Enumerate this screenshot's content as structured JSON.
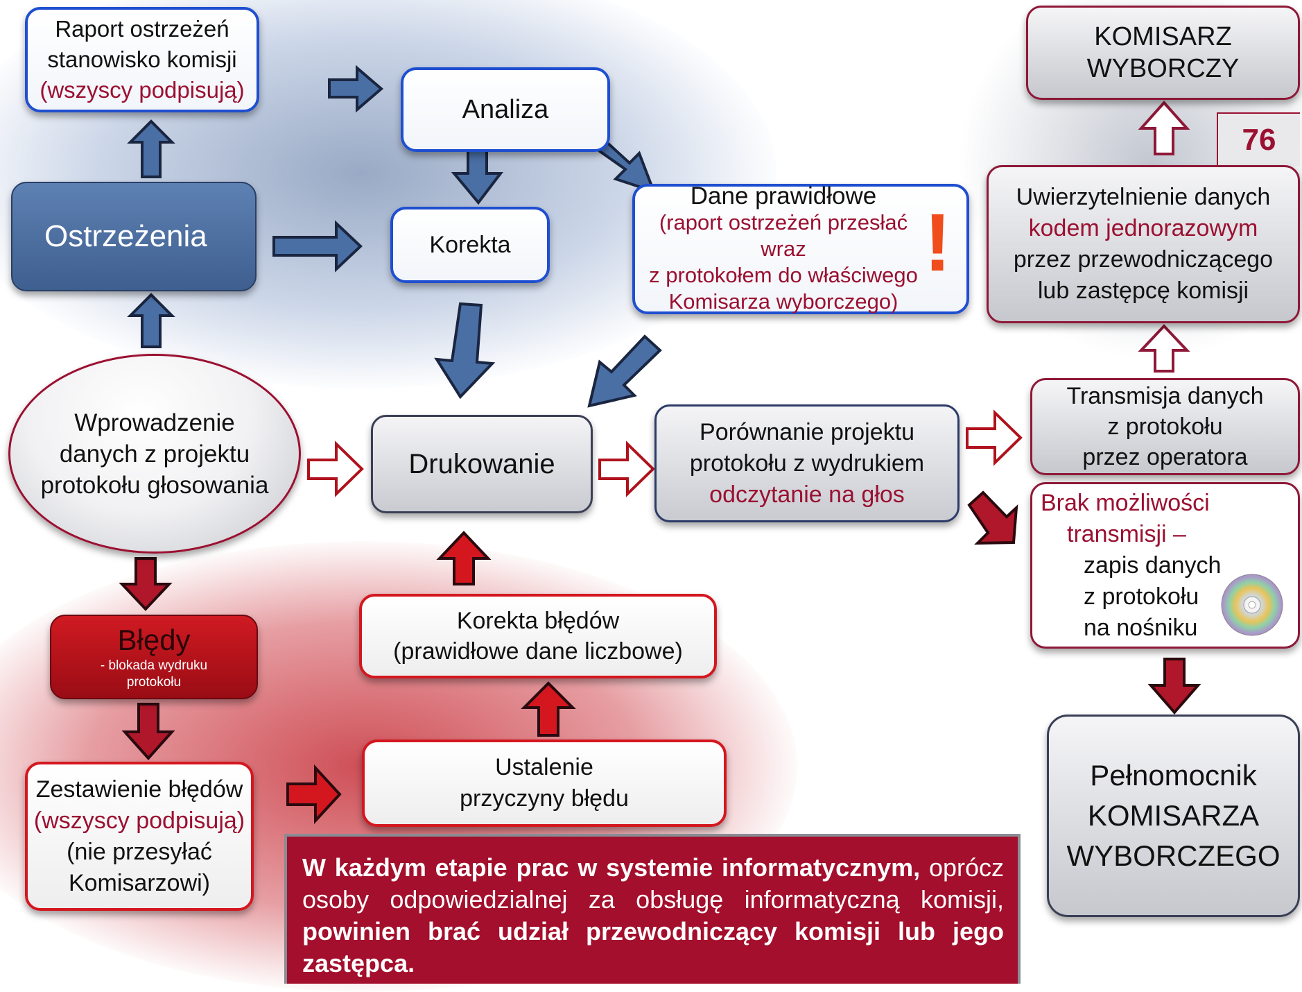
{
  "boxes": {
    "raport": {
      "line1": "Raport ostrzeżeń",
      "line2": "stanowisko komisji",
      "line3": "(wszyscy podpisują)"
    },
    "analiza": {
      "label": "Analiza"
    },
    "komisarz": {
      "line1": "KOMISARZ",
      "line2": "WYBORCZY"
    },
    "badge": {
      "label": "76"
    },
    "ostrzezenia": {
      "label": "Ostrzeżenia"
    },
    "korekta": {
      "label": "Korekta"
    },
    "dane": {
      "line1": "Dane prawidłowe",
      "line2": "(raport ostrzeżeń przesłać wraz",
      "line3": "z protokołem do właściwego",
      "line4": "Komisarza wyborczego)",
      "mark": "!"
    },
    "uwierzytelnienie": {
      "line1": "Uwierzytelnienie danych",
      "line2": "kodem jednorazowym",
      "line3": "przez przewodniczącego",
      "line4": "lub zastępcę komisji"
    },
    "wprowadzenie": {
      "line1": "Wprowadzenie",
      "line2": "danych z projektu",
      "line3": "protokołu głosowania"
    },
    "drukowanie": {
      "label": "Drukowanie"
    },
    "porownanie": {
      "line1": "Porównanie projektu",
      "line2": "protokołu z wydrukiem",
      "line3": "odczytanie na głos"
    },
    "transmisja": {
      "line1": "Transmisja danych",
      "line2": "z protokołu",
      "line3": "przez operatora"
    },
    "brak": {
      "line1": "Brak możliwości",
      "line2": "transmisji –",
      "line3": "zapis danych",
      "line4": "z protokołu",
      "line5": "na nośniku"
    },
    "bledy": {
      "title": "Błędy",
      "line1": "- blokada wydruku",
      "line2": "protokołu"
    },
    "korekta_bledow": {
      "line1": "Korekta błędów",
      "line2": "(prawidłowe dane liczbowe)"
    },
    "zestawienie": {
      "line1": "Zestawienie błędów",
      "line2": "(wszyscy podpisują)",
      "line3": "(nie przesyłać",
      "line4": "Komisarzowi)"
    },
    "ustalenie": {
      "line1": "Ustalenie",
      "line2": "przyczyny błędu"
    },
    "pelnomocnik": {
      "line1": "Pełnomocnik",
      "line2": "KOMISARZA",
      "line3": "WYBORCZEGO"
    }
  },
  "note": {
    "part1": "W każdym etapie prac w systemie informatycznym,",
    "part2": "oprócz osoby odpowiedzialnej za obsługę informatyczną komisji,",
    "part3": "powinien brać udział przewodniczący komisji lub jego zastępca."
  },
  "colors": {
    "blue": "#4a6fa5",
    "maroon": "#9b1031",
    "red": "#d4171f"
  }
}
